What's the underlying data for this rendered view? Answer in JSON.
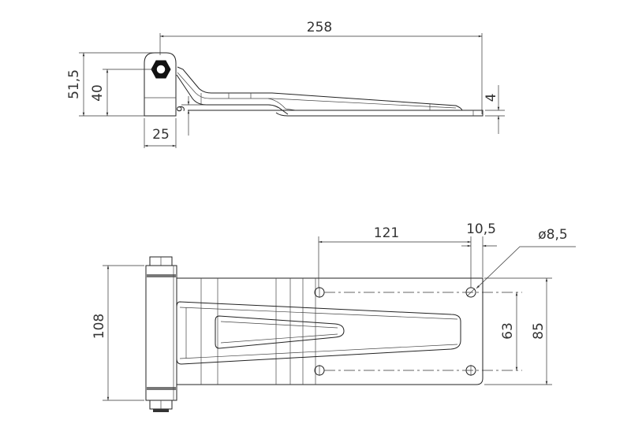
{
  "drawing": {
    "side_view": {
      "dimensions": {
        "overall_length": "258",
        "overall_height": "51,5",
        "pin_height": "40",
        "knuckle_width": "25",
        "offset": "9",
        "plate_thickness": "4"
      }
    },
    "top_view": {
      "dimensions": {
        "knuckle_length": "108",
        "hole_spacing_x": "121",
        "hole_edge_offset": "10,5",
        "hole_diameter": "ø8,5",
        "hole_spacing_y": "63",
        "plate_width": "85"
      }
    }
  },
  "colors": {
    "line": "#222222",
    "background": "#ffffff"
  }
}
